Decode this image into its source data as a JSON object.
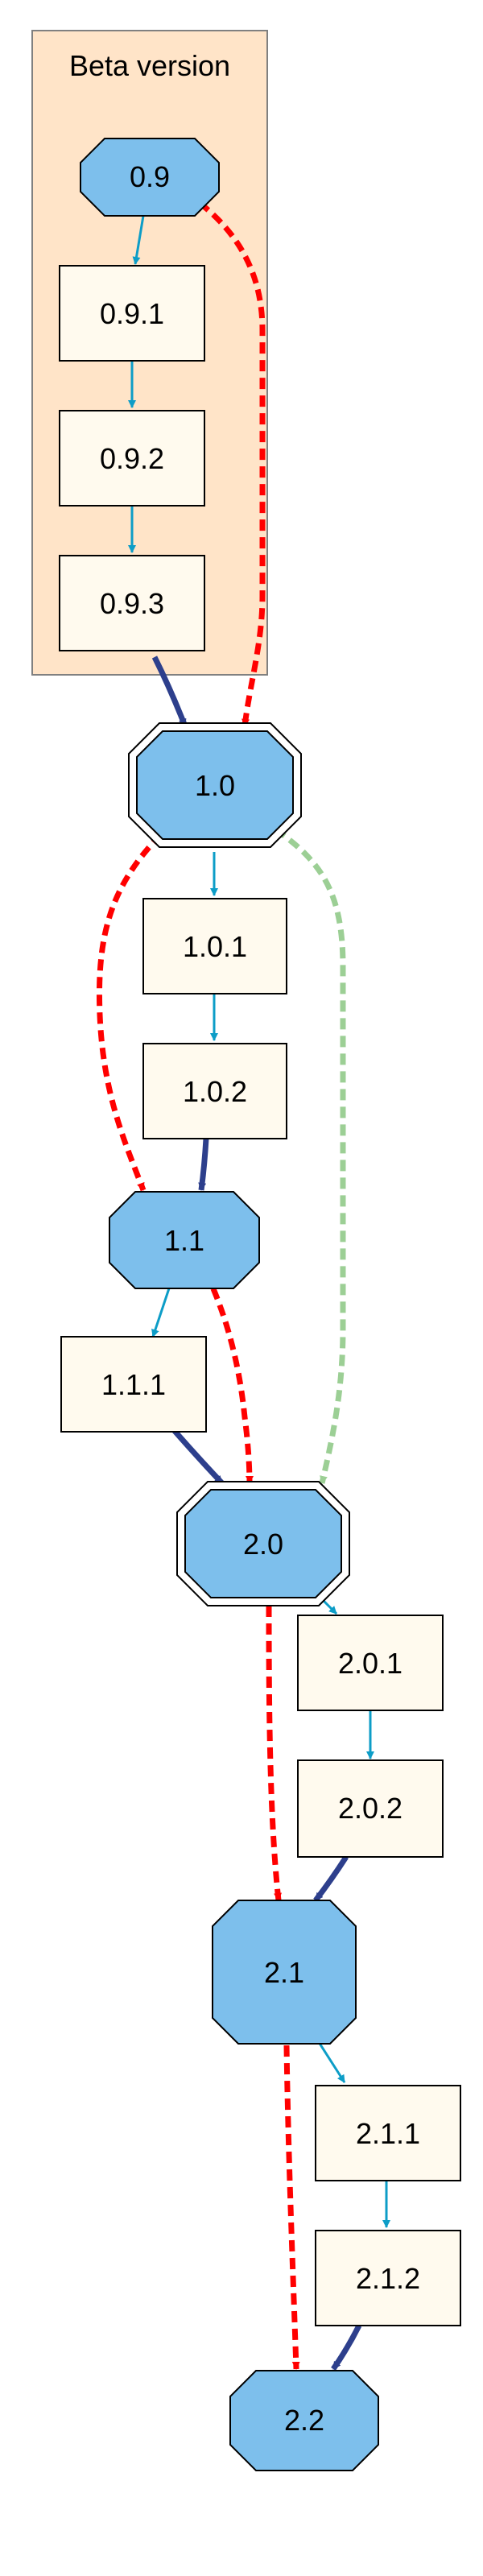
{
  "cluster": {
    "label": "Beta version",
    "fill": "#ffe4c8",
    "stroke": "#808080"
  },
  "colors": {
    "major_fill": "#7dbfec",
    "minor_fill": "#fffaee",
    "edge_teal": "#0d9dc7",
    "edge_navy": "#2d3f8c",
    "edge_red": "#ff0000",
    "edge_green": "#9ccf95"
  },
  "nodes": {
    "n09": "0.9",
    "n091": "0.9.1",
    "n092": "0.9.2",
    "n093": "0.9.3",
    "n10": "1.0",
    "n101": "1.0.1",
    "n102": "1.0.2",
    "n11": "1.1",
    "n111": "1.1.1",
    "n20": "2.0",
    "n201": "2.0.1",
    "n202": "2.0.2",
    "n21": "2.1",
    "n211": "2.1.1",
    "n212": "2.1.2",
    "n22": "2.2"
  },
  "edges": [
    {
      "from": "n09",
      "to": "n091",
      "style": "teal"
    },
    {
      "from": "n091",
      "to": "n092",
      "style": "teal"
    },
    {
      "from": "n092",
      "to": "n093",
      "style": "teal"
    },
    {
      "from": "n093",
      "to": "n10",
      "style": "navy"
    },
    {
      "from": "n09",
      "to": "n10",
      "style": "red"
    },
    {
      "from": "n10",
      "to": "n101",
      "style": "teal"
    },
    {
      "from": "n101",
      "to": "n102",
      "style": "teal"
    },
    {
      "from": "n102",
      "to": "n11",
      "style": "navy"
    },
    {
      "from": "n10",
      "to": "n11",
      "style": "red"
    },
    {
      "from": "n10",
      "to": "n20",
      "style": "green"
    },
    {
      "from": "n11",
      "to": "n111",
      "style": "teal"
    },
    {
      "from": "n111",
      "to": "n20",
      "style": "navy"
    },
    {
      "from": "n11",
      "to": "n20",
      "style": "red"
    },
    {
      "from": "n20",
      "to": "n201",
      "style": "teal"
    },
    {
      "from": "n201",
      "to": "n202",
      "style": "teal"
    },
    {
      "from": "n202",
      "to": "n21",
      "style": "navy"
    },
    {
      "from": "n20",
      "to": "n21",
      "style": "red"
    },
    {
      "from": "n21",
      "to": "n211",
      "style": "teal"
    },
    {
      "from": "n211",
      "to": "n212",
      "style": "teal"
    },
    {
      "from": "n212",
      "to": "n22",
      "style": "navy"
    },
    {
      "from": "n21",
      "to": "n22",
      "style": "red"
    }
  ]
}
